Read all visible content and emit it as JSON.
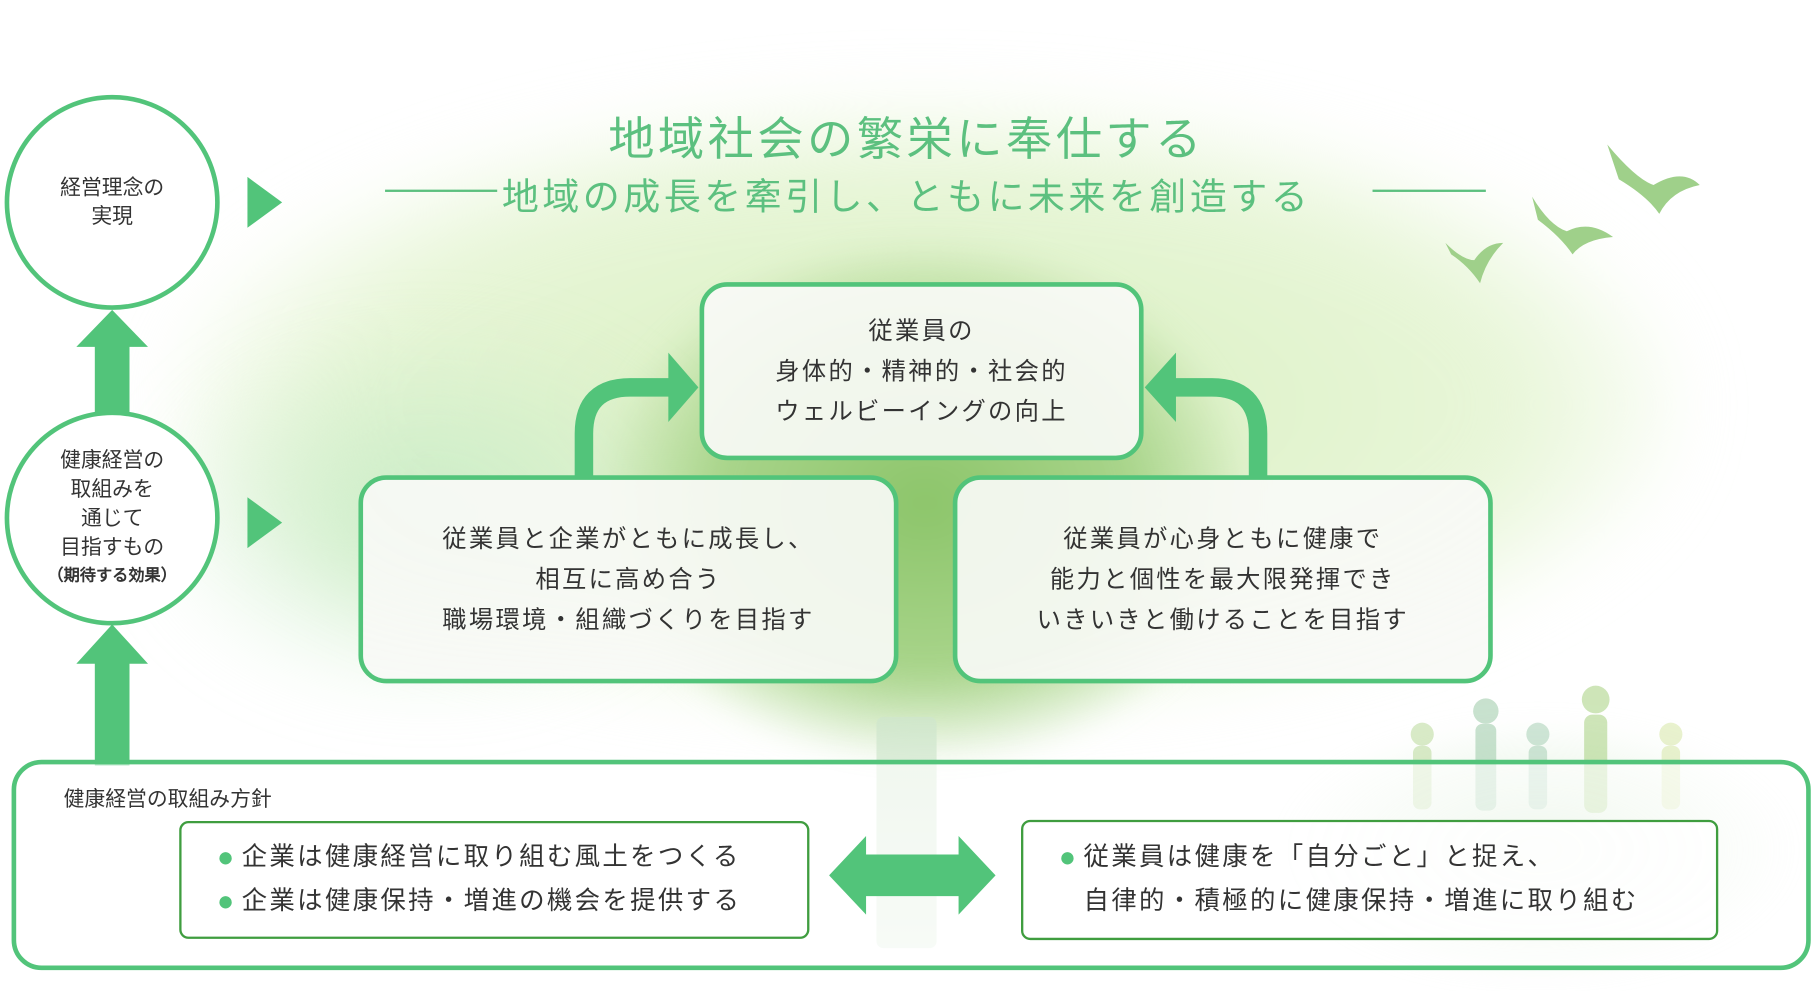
{
  "colors": {
    "accent": "#52c47a",
    "title": "#5cc07f",
    "inner_border": "#3f9d3f"
  },
  "header": {
    "title": "地域社会の繁栄に奉仕する",
    "subtitle": "地域の成長を牽引し、ともに未来を創造する"
  },
  "left_column": {
    "circle_top": [
      "経営理念の",
      "実現"
    ],
    "circle_middle": [
      "健康経営の",
      "取組みを",
      "通じて",
      "目指すもの",
      "（期待する効果）"
    ]
  },
  "goals": {
    "top": [
      "従業員の",
      "身体的・精神的・社会的",
      "ウェルビーイングの向上"
    ],
    "left": [
      "従業員と企業がともに成長し、",
      "相互に高め合う",
      "職場環境・組織づくりを目指す"
    ],
    "right": [
      "従業員が心身ともに健康で",
      "能力と個性を最大限発揮でき",
      "いきいきと働けることを目指す"
    ]
  },
  "policy": {
    "label": "健康経営の取組み方針",
    "company": [
      "企業は健康経営に取り組む風土をつくる",
      "企業は健康保持・増進の機会を提供する"
    ],
    "employee": [
      "従業員は健康を「自分ごと」と捉え、",
      "自律的・積極的に健康保持・増進に取り組む"
    ]
  }
}
